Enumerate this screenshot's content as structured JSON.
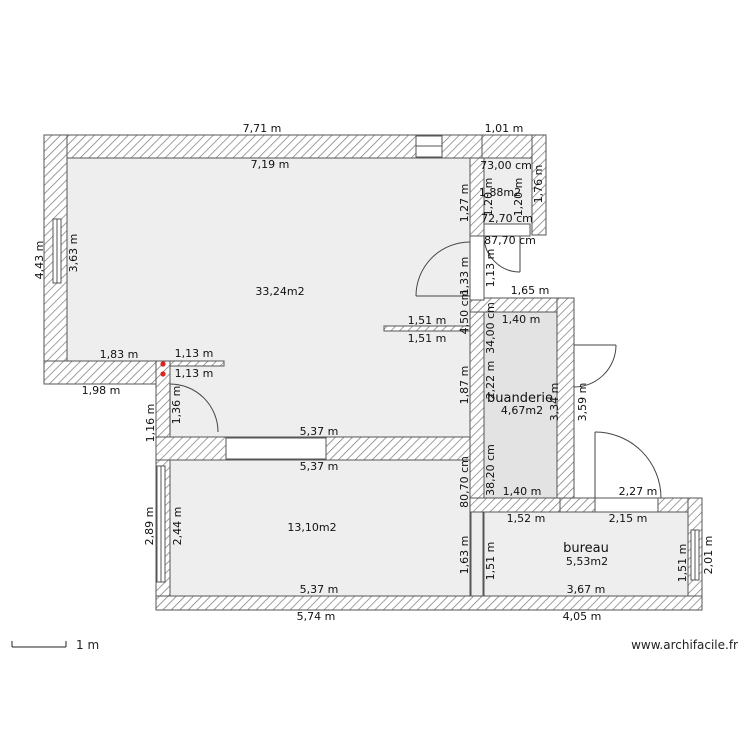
{
  "rooms": {
    "main_area": "33,24m2",
    "closet_area": "1,88m2",
    "laundry_name": "buanderie",
    "laundry_area": "4,67m2",
    "bedroom_area": "13,10m2",
    "office_name": "bureau",
    "office_area": "5,53m2"
  },
  "dimensions": {
    "top_outer": "7,71 m",
    "top_inner": "7,19 m",
    "closet_width": "1,01 m",
    "closet_top": "73,00 cm",
    "closet_bottom": "72,70 cm",
    "closet_side_outer": "1,76 m",
    "closet_side_a": "1,20 m",
    "closet_side_b": "1,20 m",
    "left_outer": "4,43 m",
    "left_inner": "3,63 m",
    "main_right_top": "1,27 m",
    "passage_width": "87,70 cm",
    "main_right_door": "1,33 m",
    "passage_side": "1,13 m",
    "partition_a": "1,51 m",
    "partition_b": "1,51 m",
    "main_right_low": "1,87 m",
    "small_wall": "4,50 cm",
    "laundry_top_outer": "1,65 m",
    "laundry_top_inner": "1,40 m",
    "laundry_left_a": "34,00 cm",
    "laundry_left_b": "2,22 m",
    "laundry_left_c": "38,20 cm",
    "laundry_right_inner": "3,34 m",
    "laundry_right_outer": "3,59 m",
    "laundry_bottom": "1,40 m",
    "stub_a": "1,83 m",
    "stub_b": "1,13 m",
    "stub_c": "1,13 m",
    "stub_outer": "1,98 m",
    "hall_outer": "1,16 m",
    "hall_inner": "1,36 m",
    "bedroom_top_a": "5,37 m",
    "bedroom_top_b": "5,37 m",
    "bedroom_left_outer": "2,89 m",
    "bedroom_left_inner": "2,44 m",
    "bedroom_right": "1,63 m",
    "bedroom_bottom_inner": "5,37 m",
    "bedroom_bottom_outer": "5,74 m",
    "bedroom_gap": "80,70 cm",
    "office_top_outer": "2,27 m",
    "office_top_left": "1,52 m",
    "office_top_right": "2,15 m",
    "office_left": "1,51 m",
    "office_right_inner": "1,51 m",
    "office_right_outer": "2,01 m",
    "office_bottom_inner": "3,67 m",
    "office_bottom_outer": "4,05 m"
  },
  "scale_label": "1 m",
  "credit": "www.archifacile.fr",
  "colors": {
    "floor": "#eeeeee",
    "laundry_floor": "#e3e3e3",
    "wall_stroke": "#555555",
    "hatch": "#777777",
    "door": "#444444",
    "marker": "#dd2222"
  }
}
